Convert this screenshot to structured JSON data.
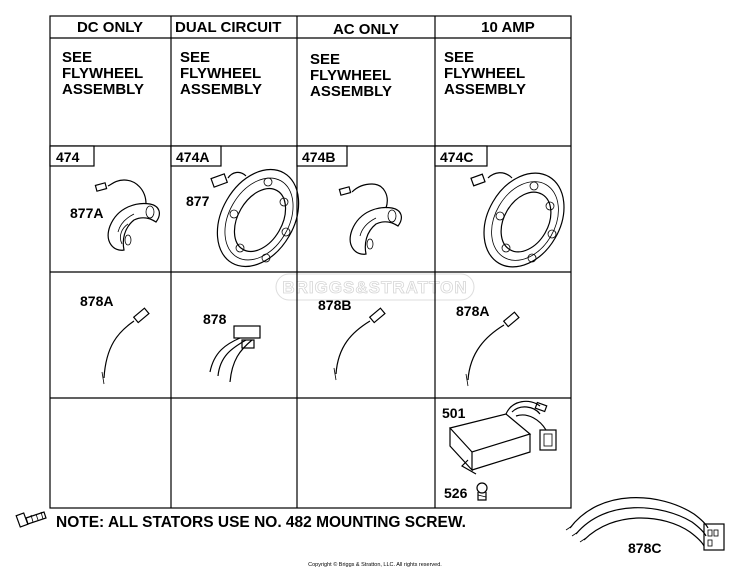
{
  "columns": [
    {
      "header": "DC ONLY",
      "see": [
        "SEE",
        "FLYWHEEL",
        "ASSEMBLY"
      ],
      "stator": "474",
      "stator_part": "877A",
      "lead": "878A"
    },
    {
      "header": "DUAL CIRCUIT",
      "see": [
        "SEE",
        "FLYWHEEL",
        "ASSEMBLY"
      ],
      "stator": "474A",
      "stator_part": "877",
      "lead": "878"
    },
    {
      "header": "AC ONLY",
      "see": [
        "SEE",
        "FLYWHEEL",
        "ASSEMBLY"
      ],
      "stator": "474B",
      "stator_part": "",
      "lead": "878B"
    },
    {
      "header": "10 AMP",
      "see": [
        "SEE",
        "FLYWHEEL",
        "ASSEMBLY"
      ],
      "stator": "474C",
      "stator_part": "",
      "lead": "878A"
    }
  ],
  "regulator": {
    "label": "501",
    "screw_label": "526"
  },
  "harness": {
    "label": "878C"
  },
  "note": "NOTE: ALL STATORS USE NO. 482 MOUNTING SCREW.",
  "copyright": "Copyright © Briggs & Stratton, LLC. All rights reserved.",
  "watermark": "BRIGGS&STRATTON",
  "icons": [
    "mounting-screw-icon",
    "stator-icon",
    "lead-wire-icon",
    "regulator-icon",
    "harness-icon"
  ]
}
